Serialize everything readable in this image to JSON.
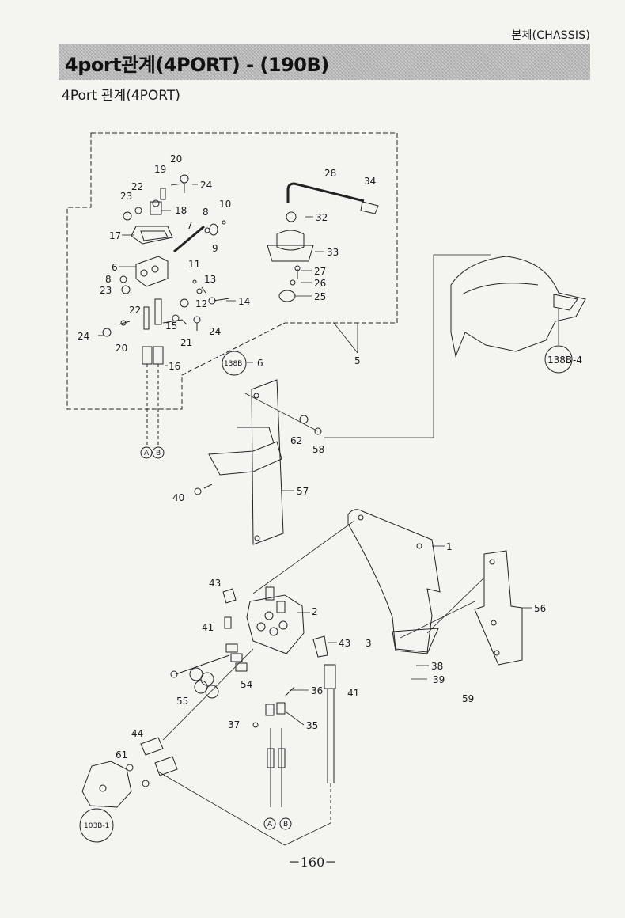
{
  "header": {
    "section": "본체(CHASSIS)"
  },
  "title": "4port관계(4PORT) - (190B)",
  "subtitle": "4Port  관계(4PORT)",
  "callouts": {
    "c20a": "20",
    "c19": "19",
    "c24a": "24",
    "c22a": "22",
    "c23a": "23",
    "c18": "18",
    "c8a": "8",
    "c10": "10",
    "c7": "7",
    "c17": "17",
    "c9": "9",
    "c6": "6",
    "c11": "11",
    "c13": "13",
    "c8b": "8",
    "c23b": "23",
    "c12": "12",
    "c14": "14",
    "c22b": "22",
    "c15": "15",
    "c24b": "24",
    "c24c": "24",
    "c20b": "20",
    "c21": "21",
    "c16": "16",
    "c5": "5",
    "c28": "28",
    "c34": "34",
    "c32": "32",
    "c33": "33",
    "c27": "27",
    "c26": "26",
    "c25": "25",
    "c138b6": "138B",
    "c6dash": "6",
    "c62": "62",
    "c58": "58",
    "c40": "40",
    "c57": "57",
    "c138b4": "138B",
    "c4dash": "-4",
    "c1": "1",
    "c56": "56",
    "c43a": "43",
    "c2": "2",
    "c41a": "41",
    "c43b": "43",
    "c3": "3",
    "c38": "38",
    "c39": "39",
    "c59": "59",
    "c54": "54",
    "c55": "55",
    "c36": "36",
    "c41b": "41",
    "c37": "37",
    "c35": "35",
    "c44": "44",
    "c61": "61",
    "c103b": "103B-1",
    "markA1": "A",
    "markB1": "B",
    "markA2": "A",
    "markB2": "B"
  },
  "page_number": "－160－"
}
